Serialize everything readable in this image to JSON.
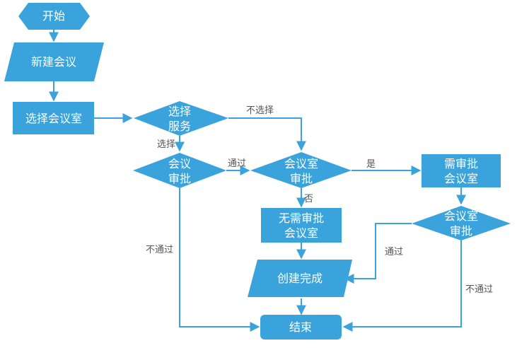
{
  "colors": {
    "node": "#3aa3dc",
    "edge": "#3aa3dc",
    "node_text": "#ffffff",
    "label_text": "#555555"
  },
  "nodes": {
    "start": {
      "shape": "hexagon",
      "lines": [
        "开始"
      ]
    },
    "new_meeting": {
      "shape": "parallelogram",
      "lines": [
        "新建会议"
      ]
    },
    "select_room": {
      "shape": "rectangle",
      "lines": [
        "选择会议室"
      ]
    },
    "select_service": {
      "shape": "diamond",
      "lines": [
        "选择",
        "服务"
      ]
    },
    "meeting_approval": {
      "shape": "diamond",
      "lines": [
        "会议",
        "审批"
      ]
    },
    "room_approval_decision": {
      "shape": "diamond",
      "lines": [
        "会议室",
        "审批"
      ]
    },
    "room_needs_approval": {
      "shape": "rectangle",
      "lines": [
        "需审批",
        "会议室"
      ]
    },
    "room_approval_2": {
      "shape": "diamond",
      "lines": [
        "会议室",
        "审批"
      ]
    },
    "room_no_approval": {
      "shape": "rectangle",
      "lines": [
        "无需审批",
        "会议室"
      ]
    },
    "creation_complete": {
      "shape": "parallelogram",
      "lines": [
        "创建完成"
      ]
    },
    "end": {
      "shape": "rounded-rectangle",
      "lines": [
        "结束"
      ]
    }
  },
  "edge_labels": {
    "no_select": "不选择",
    "select": "选择",
    "pass_1": "通过",
    "yes": "是",
    "no": "否",
    "fail_1": "不通过",
    "pass_2": "通过",
    "fail_2": "不通过"
  }
}
